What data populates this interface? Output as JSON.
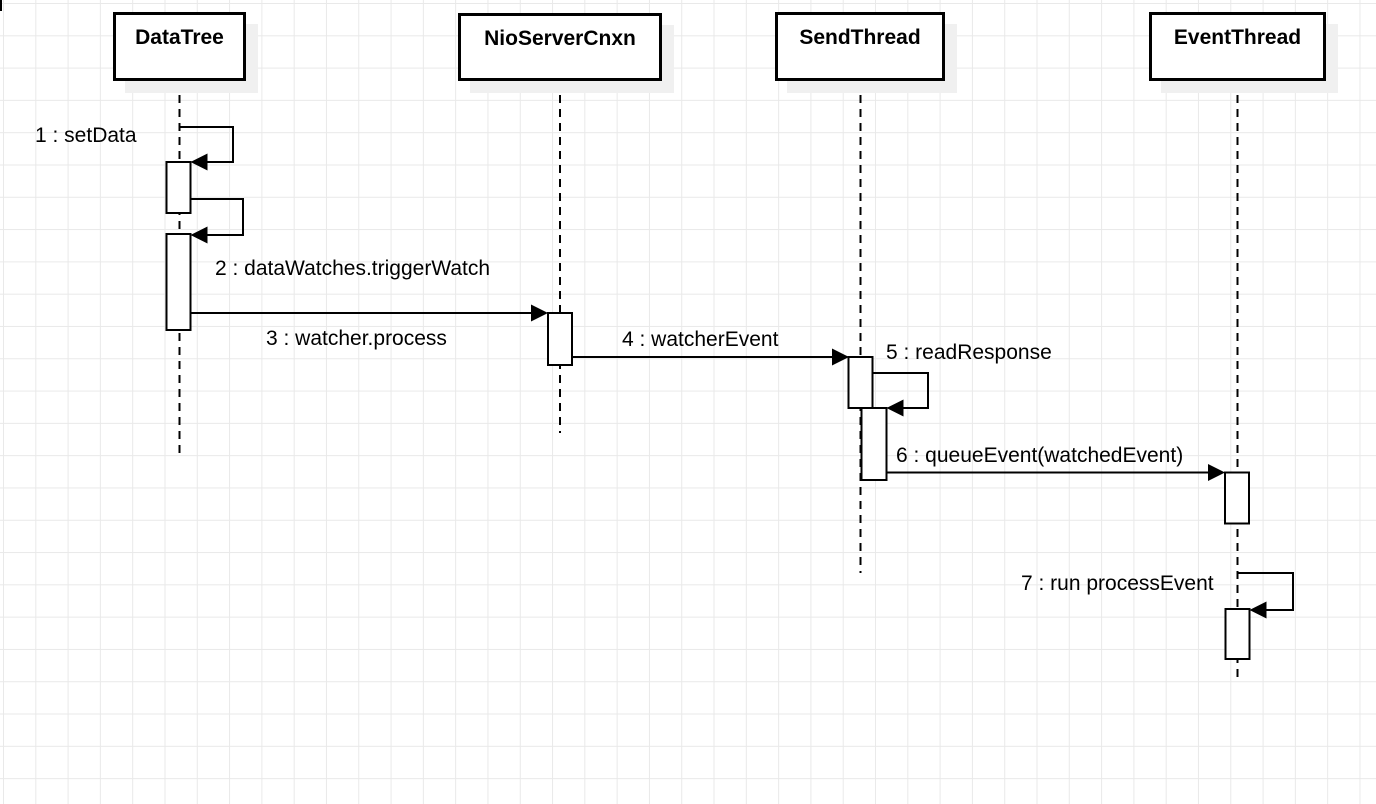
{
  "diagram": {
    "type": "uml-sequence-diagram",
    "actors": [
      {
        "name": "DataTree"
      },
      {
        "name": "NioServerCnxn"
      },
      {
        "name": "SendThread"
      },
      {
        "name": "EventThread"
      }
    ],
    "messages": [
      {
        "number": "1",
        "label": "1 : setData",
        "from": "DataTree",
        "to": "DataTree",
        "kind": "self"
      },
      {
        "number": "2",
        "label": "2 : dataWatches.triggerWatch",
        "from": "DataTree",
        "to": "DataTree",
        "kind": "self"
      },
      {
        "number": "3",
        "label": "3 : watcher.process",
        "from": "DataTree",
        "to": "NioServerCnxn",
        "kind": "call"
      },
      {
        "number": "4",
        "label": "4 : watcherEvent",
        "from": "NioServerCnxn",
        "to": "SendThread",
        "kind": "call"
      },
      {
        "number": "5",
        "label": "5 : readResponse",
        "from": "SendThread",
        "to": "SendThread",
        "kind": "self"
      },
      {
        "number": "6",
        "label": "6 : queueEvent(watchedEvent)",
        "from": "SendThread",
        "to": "EventThread",
        "kind": "call"
      },
      {
        "number": "7",
        "label": "7 : run processEvent",
        "from": "EventThread",
        "to": "EventThread",
        "kind": "self"
      }
    ],
    "colors": {
      "stroke": "#000000",
      "shape_fill": "#ffffff",
      "grid": "#e9e9e9",
      "shadow": "#f0f0f0"
    }
  }
}
